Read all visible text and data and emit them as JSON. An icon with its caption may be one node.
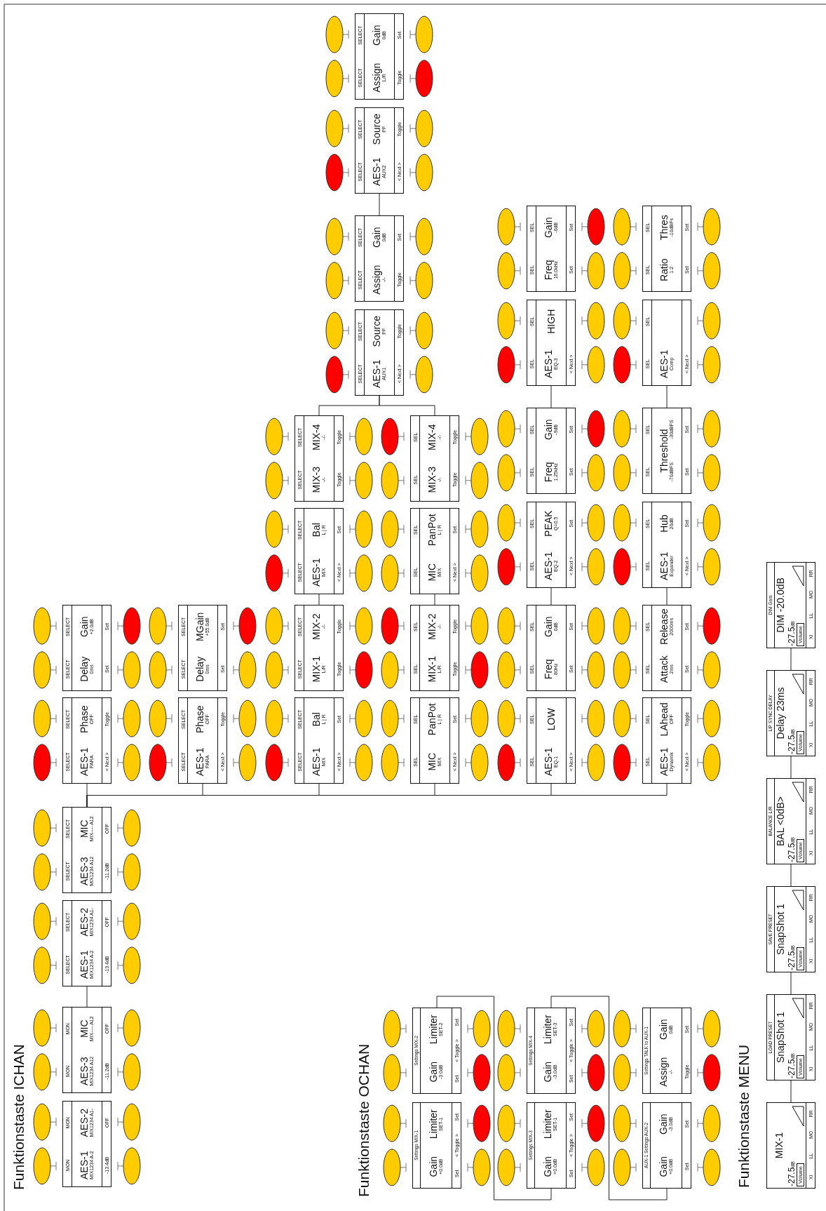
{
  "diagram": {
    "nodes": [
      {
        "text": [
          "MON",
          "MON",
          "AES-1",
          "MIX1234 A-2",
          "AES-2",
          "MIX1234 A1-",
          "-13.4dB",
          "OFF"
        ]
      },
      {
        "text": [
          "MON",
          "MON",
          "AES-3",
          "MIX1234 A12",
          "MIC",
          "MIX---- A12",
          "-11.2dB",
          "OFF"
        ]
      },
      {
        "text": [
          "SELECT",
          "SELECT",
          "AES-1",
          "MIX1234 A-2",
          "AES-2",
          "MIX1234 A1-",
          "-13.4dB",
          "OFF"
        ]
      },
      {
        "text": [
          "SELECT",
          "SELECT",
          "AES-3",
          "MIX1234 A12",
          "MIC",
          "MIX---- A12",
          "-11.2dB",
          "OFF"
        ]
      },
      {
        "text": [
          "SELECT",
          "SELECT",
          "AES-1",
          "PARA",
          "Phase",
          "OFF",
          "< Next >",
          "Toggle"
        ]
      },
      {
        "text": [
          "SELECT",
          "SELECT",
          "Delay",
          "0ms",
          "Gain",
          "+2.0dB",
          "Set",
          "Set"
        ]
      },
      {
        "text": [
          "SELECT",
          "SELECT",
          "AES-1",
          "PARA",
          "Phase",
          "OFF",
          "< Next >",
          "Toggle"
        ]
      },
      {
        "text": [
          "SELECT",
          "SELECT",
          "Delay",
          "0ms",
          "MGain",
          "+55.0dB",
          "Set",
          "Set"
        ]
      },
      {
        "text": [
          "SELECT",
          "SELECT",
          "AES-1",
          "MIX",
          "Bal",
          "L | R",
          "< Next >",
          "Set"
        ]
      },
      {
        "text": [
          "SELECT",
          "SELECT",
          "MIX-1",
          "L/R",
          "MIX-2",
          "-/-",
          "Toggle",
          "Toggle"
        ]
      },
      {
        "text": [
          "SELECT",
          "SELECT",
          "AES-1",
          "MIX",
          "Bal",
          "L | R",
          "< Next >",
          "Set"
        ]
      },
      {
        "text": [
          "SELECT",
          "SELECT",
          "MIX-3",
          "-/-",
          "MIX-4",
          "-/-",
          "Toggle",
          "Toggle"
        ]
      },
      {
        "text": [
          "SEL",
          "SEL",
          "MIC",
          "MIX",
          "PanPot",
          "L | R",
          "< Next >",
          "Set"
        ]
      },
      {
        "text": [
          "SEL",
          "SEL",
          "MIX-1",
          "L/R",
          "MIX-2",
          "-/-",
          "Toggle",
          "Toggle"
        ]
      },
      {
        "text": [
          "SEL",
          "SEL",
          "MIC",
          "MIX",
          "PanPot",
          "L | R",
          "< Next >",
          "Set"
        ]
      },
      {
        "text": [
          "SEL",
          "SEL",
          "MIX-3",
          "-/-",
          "MIX-4",
          "-/-",
          "Toggle",
          "Toggle"
        ]
      },
      {
        "text": [
          "SELECT",
          "SELECT",
          "AES-1",
          "AUX1",
          "Source",
          "PF",
          "< Next >",
          "Toggle"
        ]
      },
      {
        "text": [
          "SELECT",
          "SELECT",
          "Assign",
          "-/-",
          "Gain",
          "0dB",
          "Toggle",
          "Set"
        ]
      },
      {
        "text": [
          "SELECT",
          "SELECT",
          "AES-1",
          "AUX2",
          "Source",
          "PF",
          "< Next >",
          "Toggle"
        ]
      },
      {
        "text": [
          "SELECT",
          "SELECT",
          "Assign",
          "L/R",
          "Gain",
          "0dB",
          "Toggle",
          "Set"
        ]
      },
      {
        "text": [
          "SEL",
          "SEL",
          "AES-1",
          "EQ-1",
          "LOW",
          "< Next >"
        ]
      },
      {
        "text": [
          "SEL",
          "SEL",
          "Freq",
          "80Hz",
          "Gain",
          "0dB",
          "Set",
          "Set"
        ]
      },
      {
        "text": [
          "SEL",
          "SEL",
          "AES-1",
          "EQ-2",
          "PEAK",
          "Q=0.5",
          "< Next >",
          "Set"
        ]
      },
      {
        "text": [
          "SEL",
          "SEL",
          "Freq",
          "1.25kHz",
          "Gain",
          "-9dB",
          "Set",
          "Set"
        ]
      },
      {
        "text": [
          "SEL",
          "SEL",
          "AES-1",
          "EQ-3",
          "HIGH",
          "< Next >"
        ]
      },
      {
        "text": [
          "SEL",
          "SEL",
          "Freq",
          "16.0kHz",
          "Gain",
          "-6dB",
          "Set",
          "Set"
        ]
      },
      {
        "text": [
          "SEL",
          "SEL",
          "AES-1",
          "Dynamik",
          "LAhead",
          "OFF",
          "< Next >",
          "Toggle"
        ]
      },
      {
        "text": [
          "SEL",
          "SEL",
          "Attack",
          "2ms",
          "Release",
          "2000ms",
          "Set",
          "Set"
        ]
      },
      {
        "text": [
          "SEL",
          "SEL",
          "AES-1",
          "Expander",
          "Hub",
          "20dB",
          "< Next >",
          "Set"
        ]
      },
      {
        "text": [
          "SEL",
          "SEL",
          "Threshold",
          "-70dBFS",
          "-30dBFS",
          "Set",
          "Set"
        ]
      },
      {
        "text": [
          "SEL",
          "SEL",
          "AES-1",
          "Comp",
          "< Next >"
        ]
      },
      {
        "text": [
          "SEL",
          "SEL",
          "Ratio",
          "1:2",
          "Thres",
          "-10dBFs",
          "Set",
          "Set"
        ]
      },
      {
        "text": [
          "Settings MIX-1",
          "Gain",
          "+0.0dB",
          "Limiter",
          "SET-1",
          "Set",
          "< Toggle >",
          "Set"
        ]
      },
      {
        "text": [
          "Settings MIX-2",
          "Gain",
          "-3.0dB",
          "Limiter",
          "SET-2",
          "Set",
          "< Toggle >",
          "Set"
        ]
      },
      {
        "text": [
          "Settings MIX-3",
          "Gain",
          "+0.0dB",
          "Limiter",
          "SET-1",
          "Set",
          "< Toggle >",
          "Set"
        ]
      },
      {
        "text": [
          "Settings MIX-4",
          "Gain",
          "-3.0dB",
          "Limiter",
          "SET-3",
          "Set",
          "< Toggle >",
          "Set"
        ]
      },
      {
        "text": [
          "AUX-1 Settings AUX-2",
          "Gain",
          "+0.0dB",
          "Gain",
          "-3.0dB",
          "Set",
          "Set"
        ]
      },
      {
        "text": [
          "Settings TALK to AUX-1",
          "Assign",
          "-/-",
          "Gain",
          "0dB",
          "Toggle",
          "Set"
        ]
      },
      {
        "text": [
          "MIX-1",
          "-27.5$_{dB}$",
          "Volume",
          "XI",
          "LL",
          "MO",
          "RR"
        ]
      },
      {
        "text": [
          "LOAD PRESET",
          "SnapShot 1",
          "-27.5$_{dB}$",
          "Volume",
          "XI",
          "LL",
          "MO",
          "RR"
        ]
      },
      {
        "text": [
          "SAVE PRESET",
          "SnapShot 1",
          "-27.5$_{dB}$",
          "Volume",
          "XI",
          "LL",
          "MO",
          "RR"
        ]
      },
      {
        "text": [
          "BALANCE L/R",
          "BAL <0dB>",
          "-27.5$_{dB}$",
          "Volume",
          "XI",
          "LL",
          "MO",
          "RR"
        ]
      },
      {
        "text": [
          "LIP SYNC DELAY",
          "Delay 23ms",
          "-27.5$_{dB}$",
          "Volume",
          "XI",
          "LL",
          "MO",
          "RR"
        ]
      },
      {
        "text": [
          "DIM Gain",
          "DIM -20.0dB",
          "-27.5$_{dB}$",
          "Volume",
          "XI",
          "LL",
          "MO",
          "RR"
        ]
      }
    ],
    "edges": [
      {
        "from": 1,
        "to": 2,
        "arrow": "none"
      },
      {
        "from": 3,
        "to": 4,
        "arrow": "none"
      },
      {
        "from": 3,
        "to": 6,
        "arrow": "none"
      },
      {
        "from": 3,
        "to": 8,
        "arrow": "none"
      },
      {
        "from": 3,
        "to": 12,
        "arrow": "none"
      },
      {
        "from": 3,
        "to": 20,
        "arrow": "none"
      },
      {
        "from": 3,
        "to": 26,
        "arrow": "none"
      },
      {
        "from": 9,
        "to": 10,
        "arrow": "none"
      },
      {
        "from": 13,
        "to": 14,
        "arrow": "none"
      },
      {
        "from": 21,
        "to": 22,
        "arrow": "none"
      },
      {
        "from": 23,
        "to": 24,
        "arrow": "none"
      },
      {
        "from": 27,
        "to": 28,
        "arrow": "none"
      },
      {
        "from": 29,
        "to": 30,
        "arrow": "none"
      },
      {
        "from": 11,
        "to": 16,
        "arrow": "none"
      },
      {
        "from": 15,
        "to": 16,
        "arrow": "none"
      },
      {
        "from": 17,
        "to": 18,
        "arrow": "none"
      },
      {
        "from": 33,
        "to": 34,
        "arrow": "none"
      },
      {
        "from": 35,
        "to": 36,
        "arrow": "none"
      },
      {
        "from": 38,
        "to": 39,
        "arrow": "none"
      },
      {
        "from": 39,
        "to": 40,
        "arrow": "none"
      },
      {
        "from": 40,
        "to": 41,
        "arrow": "none"
      },
      {
        "from": 41,
        "to": 42,
        "arrow": "none"
      },
      {
        "from": 42,
        "to": 43,
        "arrow": "none"
      }
    ],
    "labels": [
      "Funktionstaste ICHAN",
      "Funktionstaste OCHAN",
      "Funktionstaste MENU"
    ]
  }
}
